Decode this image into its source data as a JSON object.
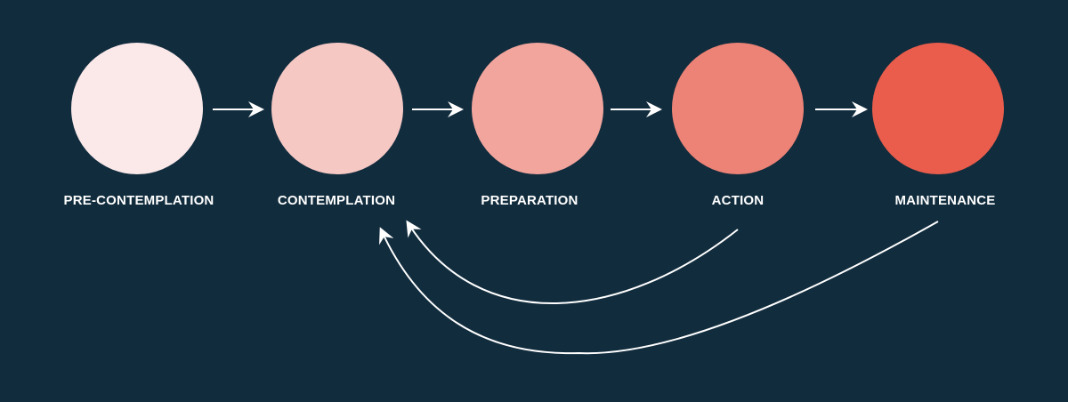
{
  "diagram": {
    "stages": [
      {
        "label": "PRE-CONTEMPLATION",
        "color": "#fbe9ea"
      },
      {
        "label": "CONTEMPLATION",
        "color": "#f6c8c4"
      },
      {
        "label": "PREPARATION",
        "color": "#f2a59d"
      },
      {
        "label": "ACTION",
        "color": "#ed8276"
      },
      {
        "label": "MAINTENANCE",
        "color": "#ea5d4c"
      }
    ],
    "forward_flow": [
      "PRE-CONTEMPLATION",
      "CONTEMPLATION",
      "PREPARATION",
      "ACTION",
      "MAINTENANCE"
    ],
    "relapse_links": [
      {
        "from": "ACTION",
        "to": "CONTEMPLATION"
      },
      {
        "from": "MAINTENANCE",
        "to": "CONTEMPLATION"
      }
    ],
    "colors": {
      "background": "#112c3d",
      "arrow": "#ffffff",
      "label": "#ffffff"
    }
  }
}
